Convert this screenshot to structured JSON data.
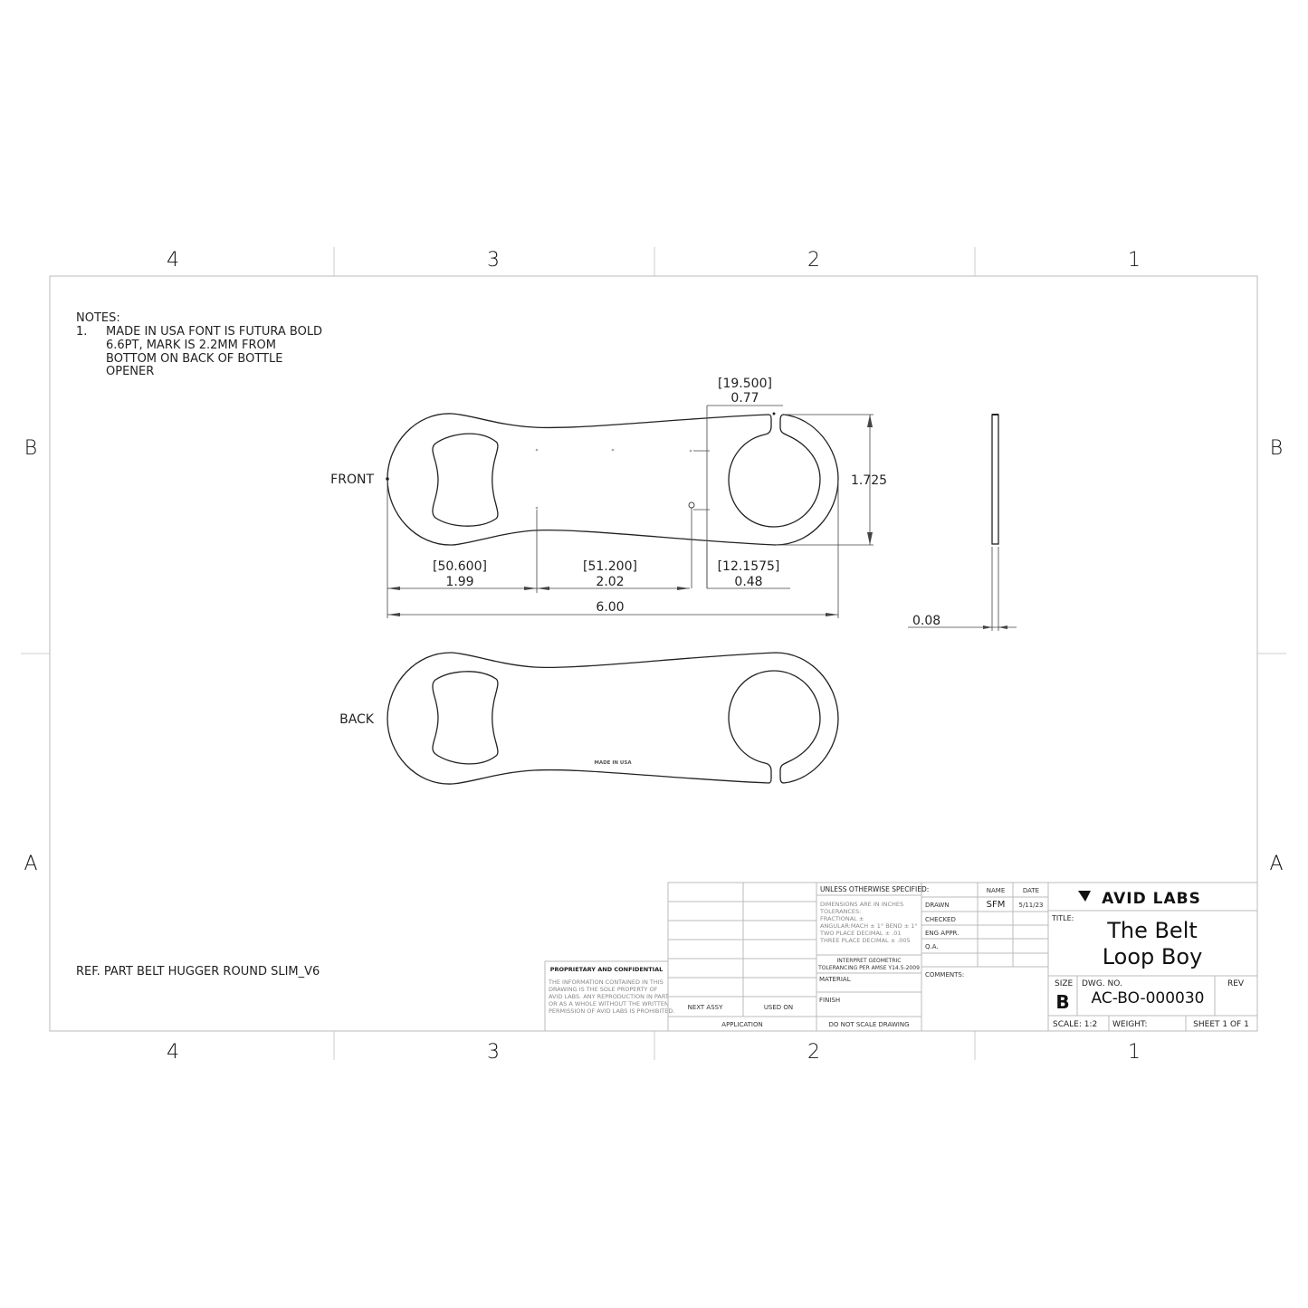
{
  "sheet": {
    "zones_top": [
      "4",
      "3",
      "2",
      "1"
    ],
    "zones_bottom": [
      "4",
      "3",
      "2",
      "1"
    ],
    "zones_left": [
      "B",
      "A"
    ],
    "zones_right": [
      "B",
      "A"
    ]
  },
  "notes": {
    "heading": "NOTES:",
    "item_number": "1.",
    "lines": [
      "MADE IN USA FONT IS FUTURA BOLD",
      "6.6PT, MARK IS 2.2MM FROM",
      "BOTTOM ON BACK OF BOTTLE",
      "OPENER"
    ]
  },
  "reference": "REF. PART BELT HUGGER ROUND SLIM_V6",
  "views": {
    "front_label": "FRONT",
    "back_label": "BACK",
    "mark_text": "MADE IN USA"
  },
  "dimensions": {
    "slot_offset_mm": "[19.500]",
    "slot_offset_in": "0.77",
    "height_in": "1.725",
    "seg1_mm": "[50.600]",
    "seg1_in": "1.99",
    "seg2_mm": "[51.200]",
    "seg2_in": "2.02",
    "seg3_mm": "[12.1575]",
    "seg3_in": "0.48",
    "overall_in": "6.00",
    "thickness_in": "0.08"
  },
  "title_block": {
    "proprietary_heading": "PROPRIETARY AND CONFIDENTIAL",
    "proprietary_lines": [
      "THE INFORMATION CONTAINED IN THIS",
      "DRAWING IS THE SOLE PROPERTY OF",
      "AVID LABS.  ANY REPRODUCTION IN PART",
      "OR AS A WHOLE WITHOUT THE WRITTEN",
      "PERMISSION OF AVID LABS IS PROHIBITED."
    ],
    "next_assy": "NEXT ASSY",
    "used_on": "USED ON",
    "application": "APPLICATION",
    "unless_specified": "UNLESS OTHERWISE SPECIFIED:",
    "tolerance_lines": [
      "DIMENSIONS ARE IN INCHES",
      "TOLERANCES:",
      "FRACTIONAL ±",
      "ANGULAR:MACH ± 1°  BEND ± 1°",
      "TWO PLACE DECIMAL    ± .01",
      "THREE PLACE DECIMAL  ± .005"
    ],
    "interpret_lines": [
      "INTERPRET GEOMETRIC",
      "TOLERANCING PER AMSE Y14.5-2009"
    ],
    "material": "MATERIAL",
    "finish": "FINISH",
    "do_not_scale": "DO NOT SCALE DRAWING",
    "col_name": "NAME",
    "col_date": "DATE",
    "rows": [
      {
        "label": "DRAWN",
        "name": "SFM",
        "date": "5/11/23"
      },
      {
        "label": "CHECKED",
        "name": "",
        "date": ""
      },
      {
        "label": "ENG APPR.",
        "name": "",
        "date": ""
      },
      {
        "label": "Q.A.",
        "name": "",
        "date": ""
      }
    ],
    "comments": "COMMENTS:",
    "company": "AVID LABS",
    "title_label": "TITLE:",
    "title_line1": "The Belt",
    "title_line2": "Loop Boy",
    "size_label": "SIZE",
    "size_value": "B",
    "dwg_no_label": "DWG.  NO.",
    "dwg_no": "AC-BO-000030",
    "rev_label": "REV",
    "scale": "SCALE: 1:2",
    "weight": "WEIGHT:",
    "sheet": "SHEET 1 OF 1"
  }
}
